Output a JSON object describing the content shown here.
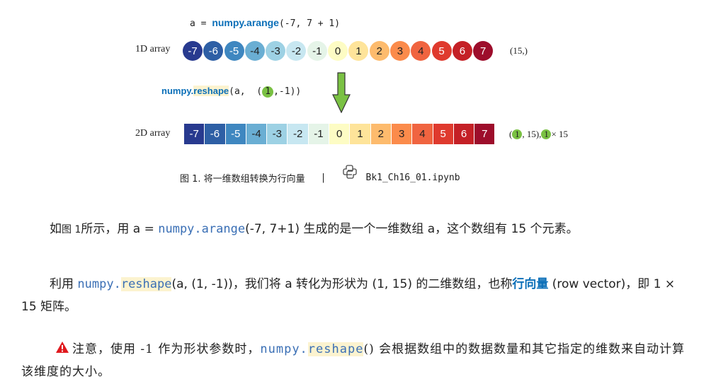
{
  "figure": {
    "code_line_1": {
      "prefix": "a = ",
      "func": "numpy.arange",
      "args": "(-7, 7 + 1)"
    },
    "label_1d": "1D array",
    "array_values": [
      "-7",
      "-6",
      "-5",
      "-4",
      "-3",
      "-2",
      "-1",
      "0",
      "1",
      "2",
      "3",
      "4",
      "5",
      "6",
      "7"
    ],
    "array_colors": [
      "#283a8f",
      "#2e5fa5",
      "#3f87c0",
      "#6aaed3",
      "#9dd1e4",
      "#c7e7f1",
      "#e5f4e8",
      "#fdfcc4",
      "#fee49a",
      "#fdbb6d",
      "#fb8b4b",
      "#f06440",
      "#df3a2e",
      "#c42026",
      "#9d0d2b"
    ],
    "array_text_colors": [
      "#ffffff",
      "#ffffff",
      "#ffffff",
      "#222222",
      "#222222",
      "#222222",
      "#222222",
      "#222222",
      "#222222",
      "#222222",
      "#222222",
      "#222222",
      "#ffffff",
      "#ffffff",
      "#ffffff"
    ],
    "shape_1d": "(15,)",
    "code_line_2": {
      "func_prefix": "numpy.",
      "func_name": "reshape",
      "args_a": "(a,  (",
      "highlight_one": "1",
      "args_b": ",-1))"
    },
    "label_2d": "2D array",
    "shape_2d": {
      "open": "(",
      "one": "1",
      "rest": ", 15),",
      "one_b": "1",
      "times": "× 15"
    },
    "caption": {
      "label": "图 1. 将一维数组转换为行向量",
      "separator": "|",
      "icon": "python-icon",
      "filename": "Bk1_Ch16_01.ipynb"
    },
    "arrow_color": "#7ac143"
  },
  "paragraphs": {
    "p1": {
      "t1": "如",
      "t_fig": "图 1",
      "t2": "所示，用 a = ",
      "code": "numpy.arange",
      "t3": "(-7, 7+1) 生成的是一个一维数组 a，这个数组有 15 个元素。"
    },
    "p2": {
      "t1": "利用 ",
      "code_a": "numpy.",
      "code_b": "reshape",
      "t2": "(a, (1, -1))，我们将 a 转化为形状为 (1, 15) 的二维数组，也称",
      "term": "行向量",
      "t3": " (row vector)，即 1 × 15 矩阵。"
    },
    "p3": {
      "icon": "warning-icon",
      "t1": "注意，使用 -1 作为形状参数时，",
      "code_a": "numpy.",
      "code_b": "reshape",
      "t2": "() 会根据数组中的数据数量和其它指定的维数来自动计算该维度的大小。"
    }
  }
}
